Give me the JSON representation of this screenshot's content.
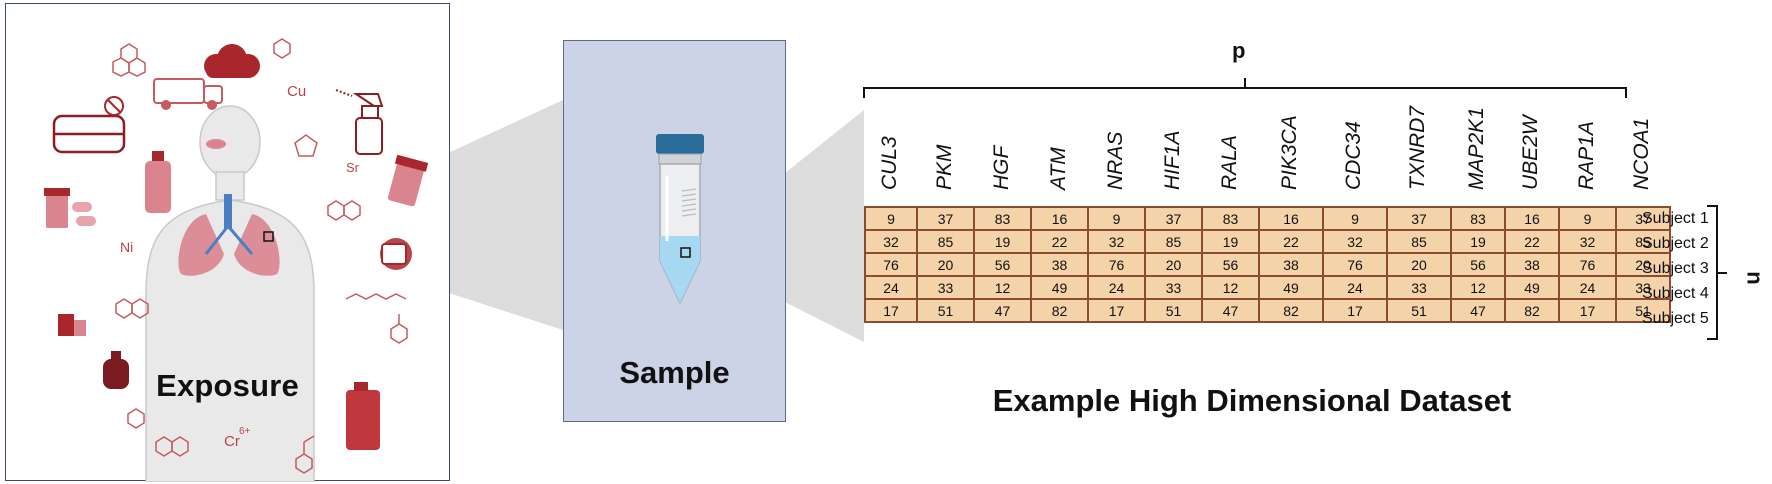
{
  "exposure": {
    "title": "Exposure",
    "element_labels": [
      "Cu",
      "Sr",
      "Ni",
      "Cr"
    ],
    "chromium_superscript": "6+",
    "accent_color": "#a8262c"
  },
  "sample": {
    "title": "Sample"
  },
  "dataset": {
    "title": "Example High Dimensional Dataset",
    "p_label": "p",
    "n_label": "n",
    "genes": [
      "CUL3",
      "PKM",
      "HGF",
      "ATM",
      "NRAS",
      "HIF1A",
      "RALA",
      "PIK3CA",
      "CDC34",
      "TXNRD7",
      "MAP2K1",
      "UBE2W",
      "RAP1A",
      "NCOA1"
    ],
    "subjects": [
      "Subject 1",
      "Subject 2",
      "Subject 3",
      "Subject 4",
      "Subject 5"
    ],
    "values": [
      [
        9,
        37,
        83,
        16,
        9,
        37,
        83,
        16,
        9,
        37,
        83,
        16,
        9,
        37
      ],
      [
        32,
        85,
        19,
        22,
        32,
        85,
        19,
        22,
        32,
        85,
        19,
        22,
        32,
        85
      ],
      [
        76,
        20,
        56,
        38,
        76,
        20,
        56,
        38,
        76,
        20,
        56,
        38,
        76,
        20
      ],
      [
        24,
        33,
        12,
        49,
        24,
        33,
        12,
        49,
        24,
        33,
        12,
        49,
        24,
        33
      ],
      [
        17,
        51,
        47,
        82,
        17,
        51,
        47,
        82,
        17,
        51,
        47,
        82,
        17,
        51
      ]
    ],
    "cell_color": "#f4d3a9",
    "border_color": "#8b4a32"
  }
}
